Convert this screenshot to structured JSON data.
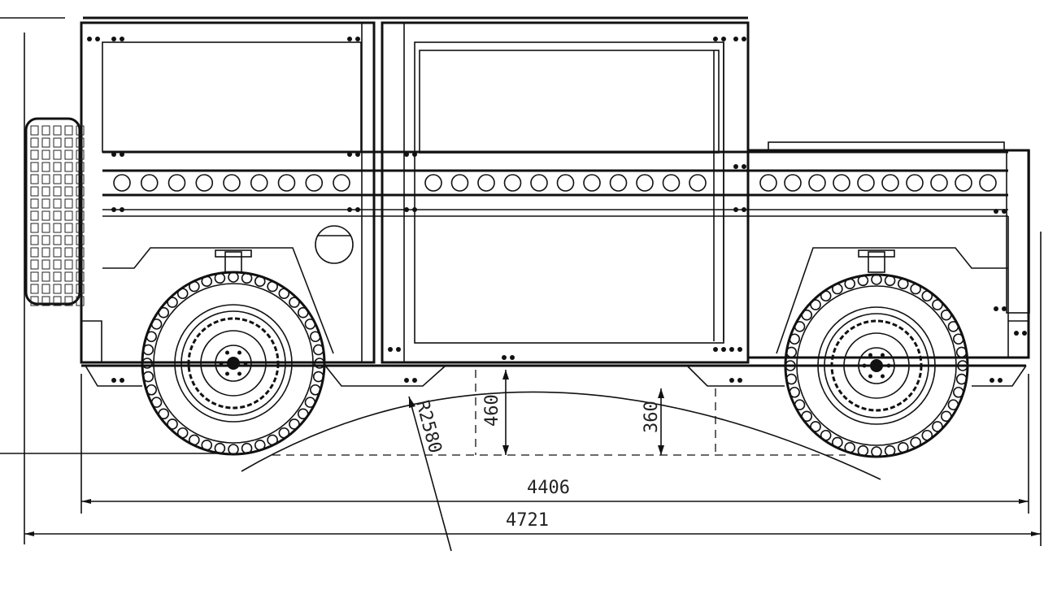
{
  "drawing": {
    "dimensions": {
      "overall_body_length": "4406",
      "overall_length": "4721",
      "arc_radius": "R2580",
      "center_clearance": "460",
      "side_clearance": "360"
    },
    "colors": {
      "line": "#111111",
      "background": "#ffffff"
    }
  }
}
